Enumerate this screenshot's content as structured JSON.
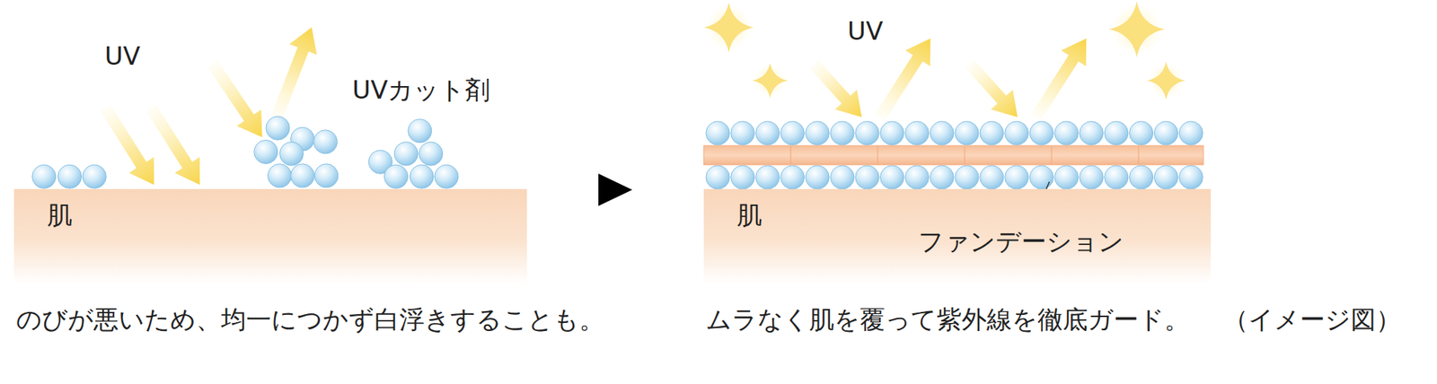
{
  "diagram": {
    "nodes": [
      {
        "text": [
          "肌"
        ]
      },
      {
        "text": [
          "肌"
        ]
      }
    ],
    "labels": [
      "UV",
      "UVカット剤",
      "のびが悪いため、均一につかず白浮きすることも。",
      "UV",
      "ファンデーション",
      "ムラなく肌を覆って紫外線を徹底ガード。",
      "（イメージ図）"
    ]
  }
}
